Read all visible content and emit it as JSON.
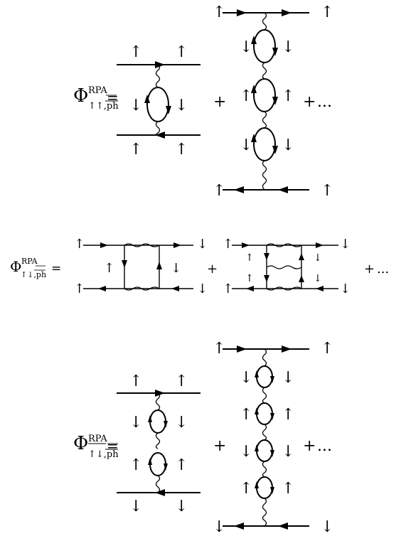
{
  "symbols": {
    "phi": "Φ",
    "rpa": "RPA",
    "equals": "=",
    "plus": "+",
    "ellipsis": "...",
    "up": "↑",
    "down": "↓"
  },
  "equations": [
    {
      "subscript": "↑↑,ph",
      "overline_pattern": "ph"
    },
    {
      "subscript": "↑↓,ph",
      "overline_pattern": "ph"
    },
    {
      "subscript": "↑↓,ph",
      "overline_pattern": "↑↓ and ph"
    }
  ]
}
